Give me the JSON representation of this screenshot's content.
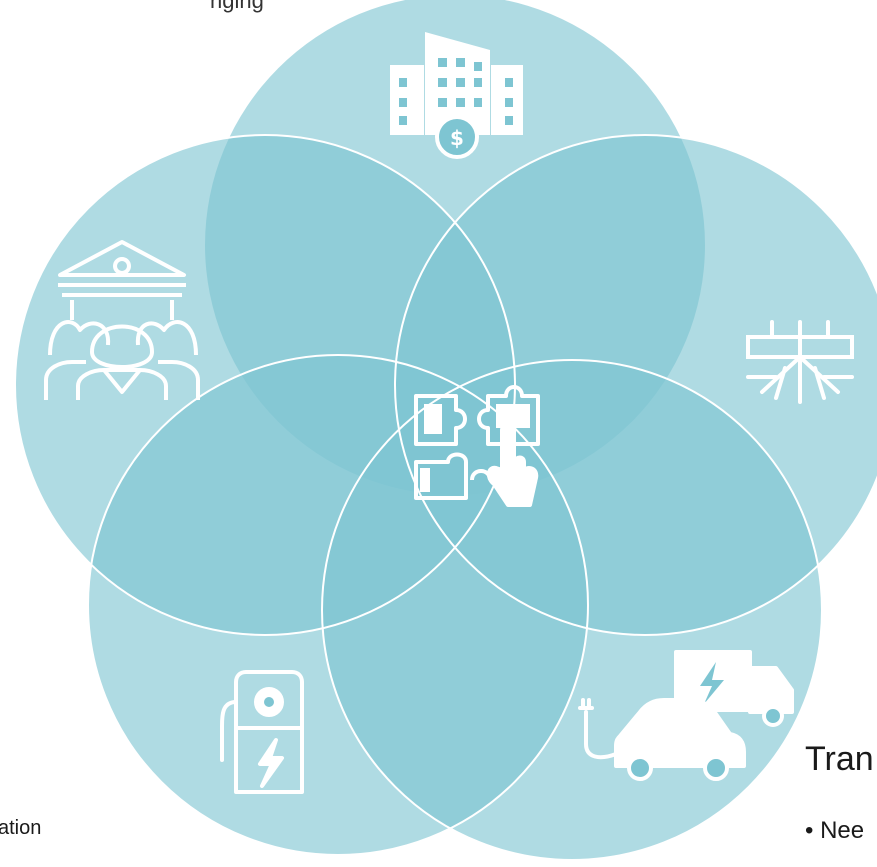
{
  "texts": {
    "top": "nging",
    "left": "ation",
    "right_title": "Tran",
    "right_bullet": "• Nee"
  },
  "colors": {
    "circle_fill": "#7ec5d2",
    "outline": "#ffffff",
    "icon": "#ffffff"
  },
  "icons": {
    "top": "finance-building-icon",
    "left": "government-community-icon",
    "right": "power-line-icon",
    "bottom_left": "ev-charger-icon",
    "bottom_right": "electric-vehicles-icon",
    "center": "puzzle-collaboration-icon"
  }
}
